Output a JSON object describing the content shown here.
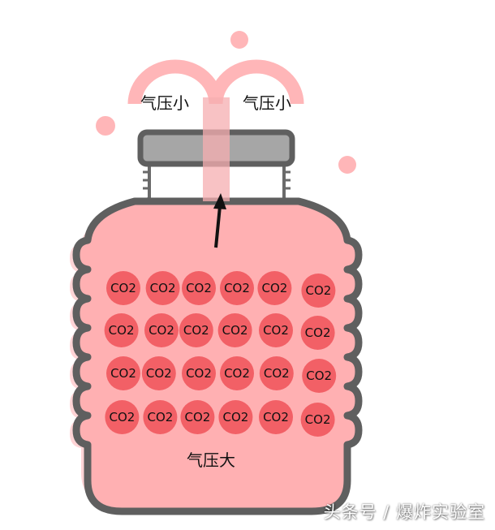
{
  "labels": {
    "left_low": "气压小",
    "right_low": "气压小",
    "inside_high": "气压大"
  },
  "molecule_label": "CO2",
  "molecule_grid": {
    "rows": 4,
    "cols": 6
  },
  "watermark": "头条号 / 爆炸实验室",
  "colors": {
    "bottle_fill": "#ffb0b2",
    "bottle_outline": "#5f5f5f",
    "cap": "#a6a6a6",
    "molecule": "#f26066",
    "fountain": "#ffb6b8",
    "arrow": "#111111"
  }
}
